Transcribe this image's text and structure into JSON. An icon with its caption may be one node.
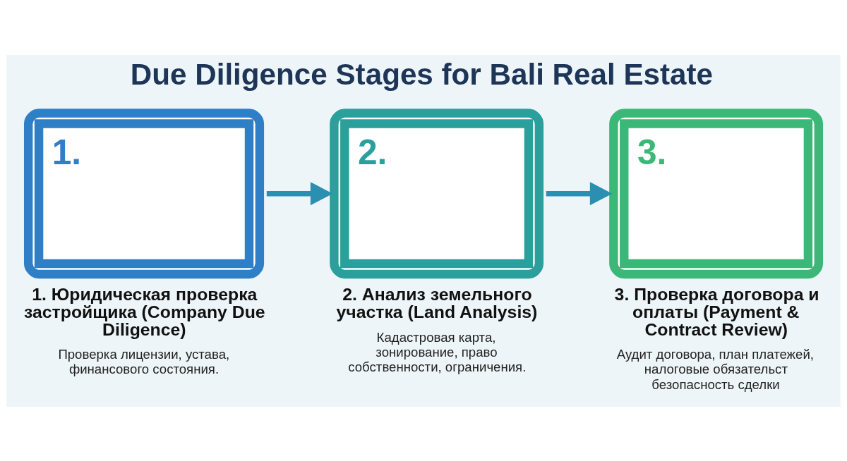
{
  "diagram": {
    "title": "Due Diligence Stages for Bali Real Estate",
    "nodes": [
      {
        "text": [
          "1."
        ],
        "beside": [
          "1. Юридическая проверка застройщика (Company Due Diligence)",
          "Проверка лицензии, устава, финансового состояния."
        ]
      },
      {
        "text": [
          "2."
        ],
        "beside": [
          "2. Анализ земельного участка (Land Analysis)",
          "Кадастровая карта, зонирование, право собственности, ограничения."
        ]
      },
      {
        "text": [
          "3."
        ],
        "beside": [
          "3. Проверка договора и оплаты (Payment & Contract Review)",
          "Аудит договора, план платежей, налоговые обязательст безопасность сделки"
        ]
      }
    ],
    "edges": [
      {
        "from": 0,
        "to": 1,
        "arrow": "to"
      },
      {
        "from": 1,
        "to": 2,
        "arrow": "to"
      }
    ]
  }
}
